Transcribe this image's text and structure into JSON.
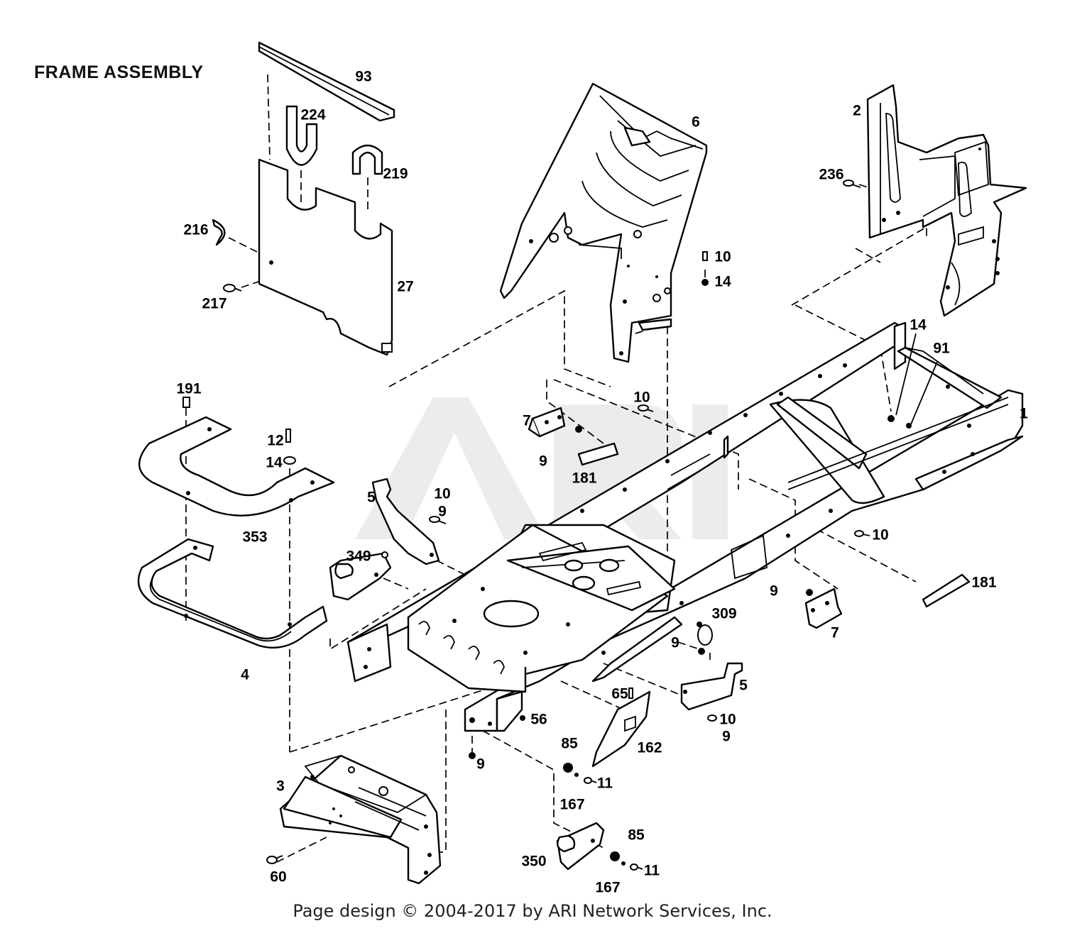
{
  "title": "FRAME ASSEMBLY",
  "watermark": "ARI",
  "footer": "Page design © 2004-2017 by ARI Network Services, Inc.",
  "callouts": [
    {
      "id": "93",
      "text": "93"
    },
    {
      "id": "224",
      "text": "224"
    },
    {
      "id": "219",
      "text": "219"
    },
    {
      "id": "216",
      "text": "216"
    },
    {
      "id": "217",
      "text": "217"
    },
    {
      "id": "27",
      "text": "27"
    },
    {
      "id": "6",
      "text": "6"
    },
    {
      "id": "10a",
      "text": "10"
    },
    {
      "id": "14a",
      "text": "14"
    },
    {
      "id": "2",
      "text": "2"
    },
    {
      "id": "236",
      "text": "236"
    },
    {
      "id": "14b",
      "text": "14"
    },
    {
      "id": "91",
      "text": "91"
    },
    {
      "id": "1",
      "text": "1"
    },
    {
      "id": "191",
      "text": "191"
    },
    {
      "id": "12",
      "text": "12"
    },
    {
      "id": "14c",
      "text": "14"
    },
    {
      "id": "353",
      "text": "353"
    },
    {
      "id": "7a",
      "text": "7"
    },
    {
      "id": "9a",
      "text": "9"
    },
    {
      "id": "181a",
      "text": "181"
    },
    {
      "id": "10b",
      "text": "10"
    },
    {
      "id": "5a",
      "text": "5"
    },
    {
      "id": "10c",
      "text": "10"
    },
    {
      "id": "9b",
      "text": "9"
    },
    {
      "id": "349",
      "text": "349"
    },
    {
      "id": "10d",
      "text": "10"
    },
    {
      "id": "181b",
      "text": "181"
    },
    {
      "id": "9c",
      "text": "9"
    },
    {
      "id": "7b",
      "text": "7"
    },
    {
      "id": "309",
      "text": "309"
    },
    {
      "id": "9d",
      "text": "9"
    },
    {
      "id": "4",
      "text": "4"
    },
    {
      "id": "5b",
      "text": "5"
    },
    {
      "id": "65",
      "text": "65"
    },
    {
      "id": "10e",
      "text": "10"
    },
    {
      "id": "9e",
      "text": "9"
    },
    {
      "id": "56",
      "text": "56"
    },
    {
      "id": "162",
      "text": "162"
    },
    {
      "id": "9f",
      "text": "9"
    },
    {
      "id": "85a",
      "text": "85"
    },
    {
      "id": "11a",
      "text": "11"
    },
    {
      "id": "167a",
      "text": "167"
    },
    {
      "id": "3",
      "text": "3"
    },
    {
      "id": "350",
      "text": "350"
    },
    {
      "id": "85b",
      "text": "85"
    },
    {
      "id": "11b",
      "text": "11"
    },
    {
      "id": "167b",
      "text": "167"
    },
    {
      "id": "60",
      "text": "60"
    }
  ]
}
